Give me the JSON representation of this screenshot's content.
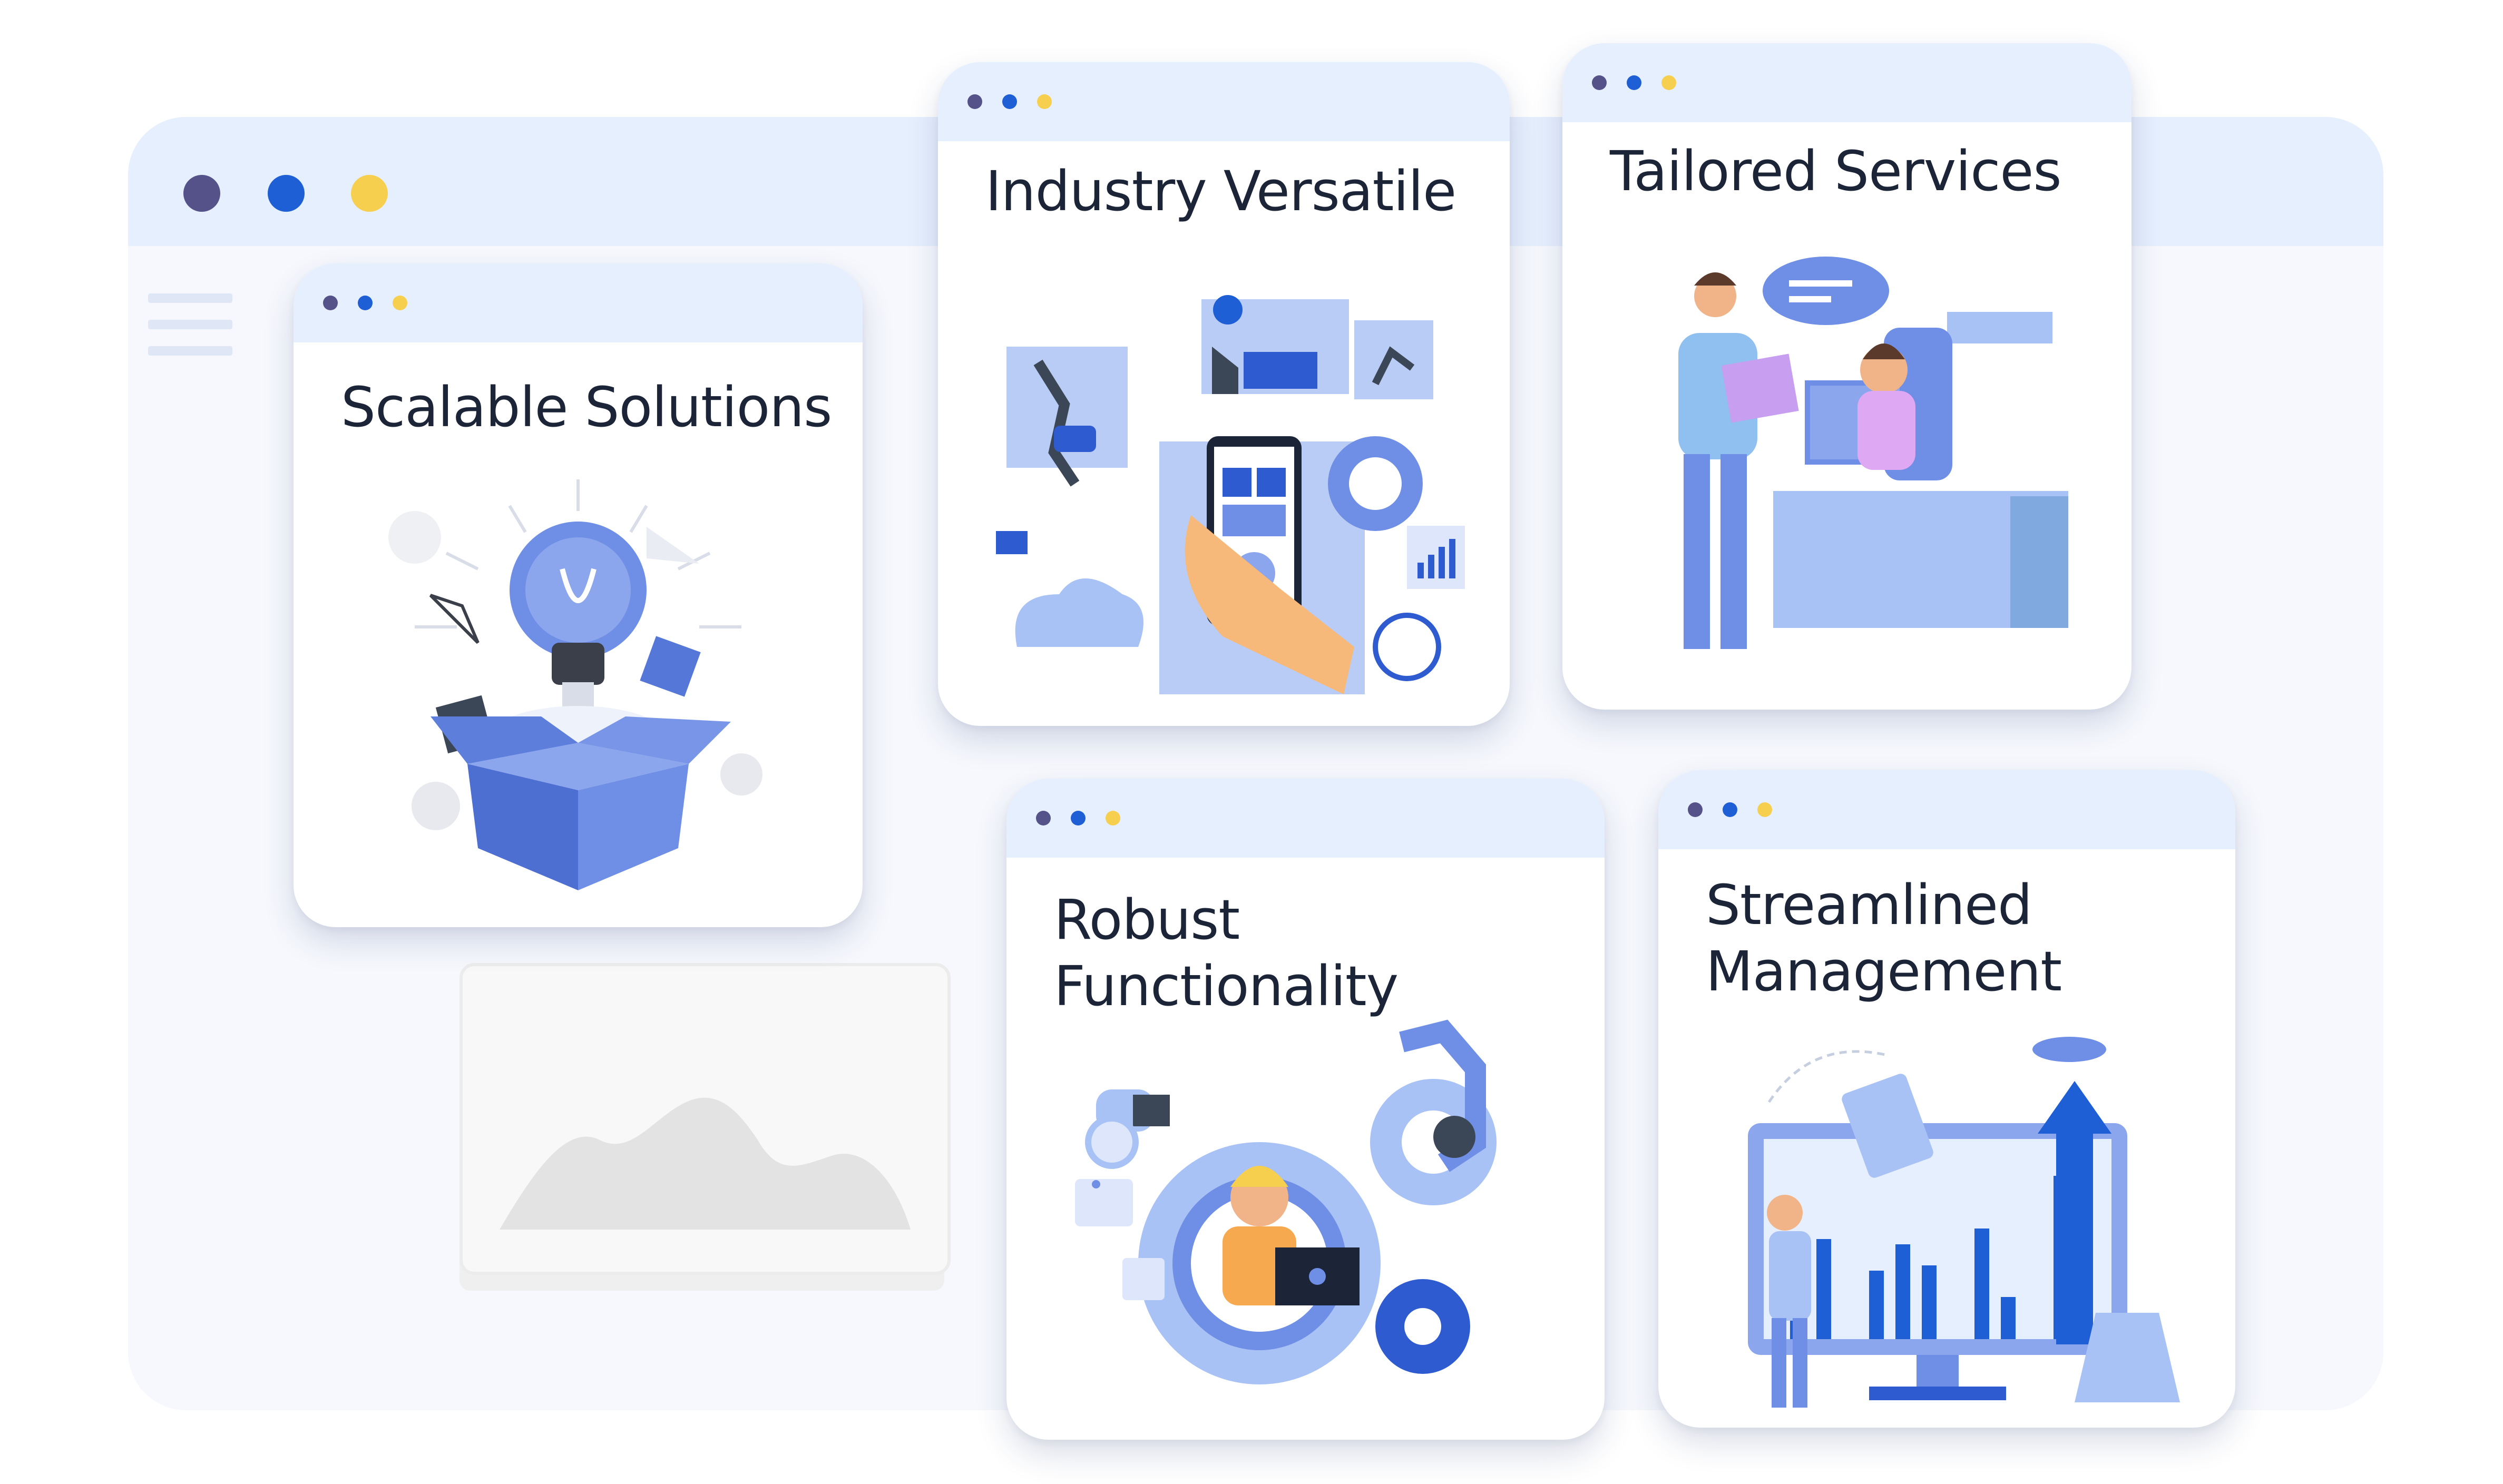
{
  "window": {
    "dot_colors": [
      "#55528a",
      "#1f5fd6",
      "#f7cf4f"
    ],
    "titlebar_color": "#e6effd",
    "background_color": "#f6f8fd"
  },
  "cards": [
    {
      "title": "Scalable Solutions",
      "illustration": "lightbulb-in-box-illustration"
    },
    {
      "title": "Industry Versatile",
      "illustration": "smartphone-factory-robotics-illustration"
    },
    {
      "title": "Tailored Services",
      "illustration": "customer-support-desk-illustration"
    },
    {
      "title": "Robust Functionality",
      "illustration": "engineer-gear-robot-arm-illustration"
    },
    {
      "title": "Streamlined Management",
      "illustration": "monitor-growth-chart-illustration"
    }
  ],
  "palette": {
    "primary": "#1f5fd6",
    "periwinkle": "#6f8fe6",
    "light_blue": "#a9c2f5",
    "accent_yellow": "#f7cf4f",
    "text": "#1c2438"
  }
}
